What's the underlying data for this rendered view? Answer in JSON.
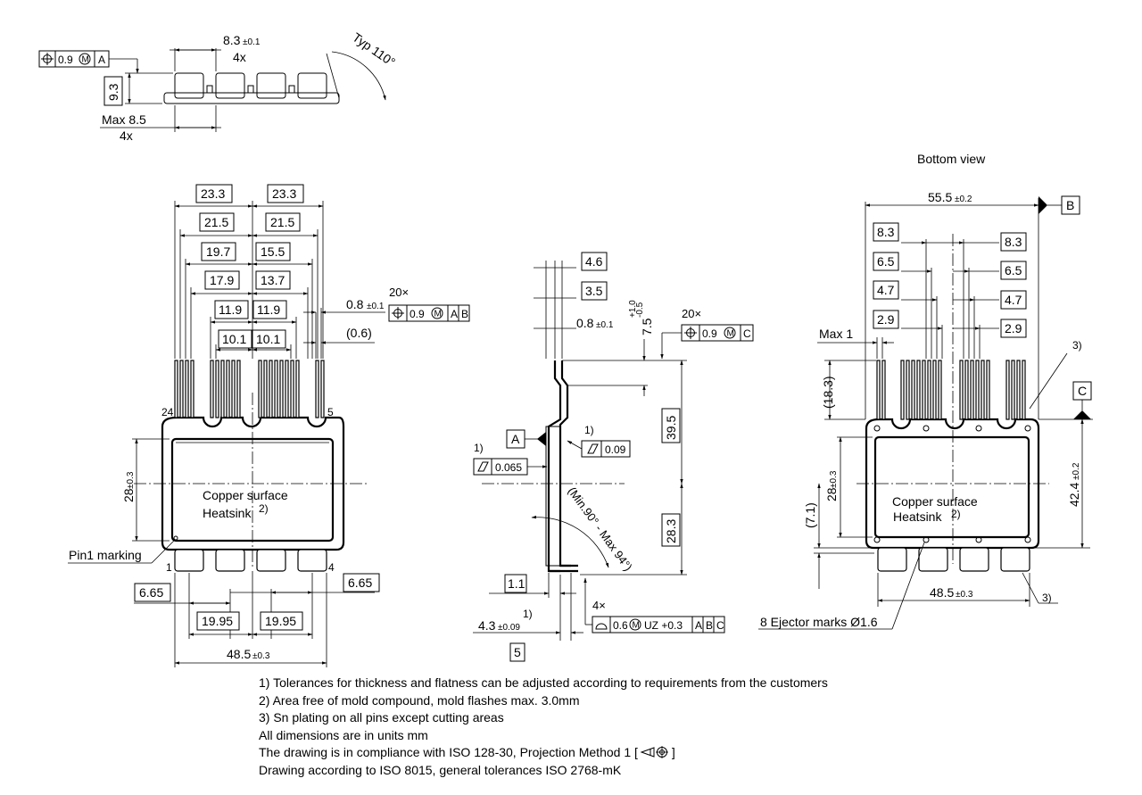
{
  "top_view": {
    "dim_width": "8.3",
    "dim_width_tol": "±0.1",
    "dim_width_count": "4x",
    "dim_height": "9.3",
    "dim_max": "Max 8.5",
    "dim_max_count": "4x",
    "angle": "Typ 110°",
    "fcf_value": "0.9",
    "fcf_modifier": "M",
    "fcf_datum": "A"
  },
  "front_view": {
    "dims_top": [
      "23.3",
      "23.3",
      "21.5",
      "21.5",
      "19.7",
      "15.5",
      "17.9",
      "13.7",
      "11.9",
      "11.9",
      "10.1",
      "10.1"
    ],
    "pin_width": "0.8",
    "pin_width_tol": "±0.1",
    "pin_gap": "(0.6)",
    "fcf_count": "20×",
    "fcf_value": "0.9",
    "fcf_modifier": "M",
    "fcf_datums": [
      "A",
      "B"
    ],
    "pin_24": "24",
    "pin_5": "5",
    "pin_1": "1",
    "pin_4": "4",
    "height": "28",
    "height_tol": "±0.3",
    "label_copper": "Copper surface",
    "label_heatsink": "Heatsink",
    "note_ref_2": "2)",
    "pin1_marking": "Pin1 marking",
    "dim_665_left": "6.65",
    "dim_665_right": "6.65",
    "dim_1995_left": "19.95",
    "dim_1995_right": "19.95",
    "dim_bottom": "48.5",
    "dim_bottom_tol": "±0.3"
  },
  "side_view": {
    "dim_46": "4.6",
    "dim_35": "3.5",
    "dim_08": "0.8",
    "dim_08_tol": "±0.1",
    "dim_75": "7.5",
    "dim_75_tol_upper": "+1.0",
    "dim_75_tol_lower": "-0.5",
    "fcf_count": "20×",
    "fcf_value": "0.9",
    "fcf_modifier": "M",
    "fcf_datum": "C",
    "datum_a": "A",
    "note_ref_1a": "1)",
    "flat_009": "0.09",
    "note_ref_1b": "1)",
    "flat_0065": "0.065",
    "dim_395": "39.5",
    "dim_283": "28.3",
    "angle": "(Min.90° - Max 94°)",
    "dim_11": "1.1",
    "dim_43": "4.3",
    "dim_43_tol": "±0.09",
    "note_ref_1c": "1)",
    "dim_5": "5",
    "profile_count": "4×",
    "profile_value": "0.6",
    "profile_modifier": "M",
    "profile_uz": "UZ +0.3",
    "profile_datums": [
      "A",
      "B",
      "C"
    ]
  },
  "bottom_view": {
    "title": "Bottom view",
    "dim_width": "55.5",
    "dim_width_tol": "±0.2",
    "datum_b": "B",
    "dims_left": [
      "8.3",
      "6.5",
      "4.7",
      "2.9"
    ],
    "dims_right": [
      "8.3",
      "6.5",
      "4.7",
      "2.9"
    ],
    "dim_max1": "Max 1",
    "note_ref_3a": "3)",
    "dim_183": "(18.3)",
    "datum_c": "C",
    "dim_28": "28",
    "dim_28_tol": "±0.3",
    "dim_424": "42.4",
    "dim_424_tol": "±0.2",
    "dim_71": "(7.1)",
    "label_copper": "Copper surface",
    "label_heatsink": "Heatsink",
    "note_ref_2": "2)",
    "dim_bottom": "48.5",
    "dim_bottom_tol": "±0.3",
    "note_ref_3b": "3)",
    "ejector": "8 Ejector marks Ø1.6"
  },
  "notes": [
    "1) Tolerances for thickness and flatness can be adjusted according to requirements from the customers",
    "2) Area free of mold compound, mold flashes max. 3.0mm",
    "3) Sn plating on all pins except cutting areas",
    "All dimensions are in units mm",
    "The drawing is in compliance with ISO 128-30, Projection Method 1 [",
    "Drawing according to ISO 8015, general tolerances ISO 2768-mK"
  ]
}
